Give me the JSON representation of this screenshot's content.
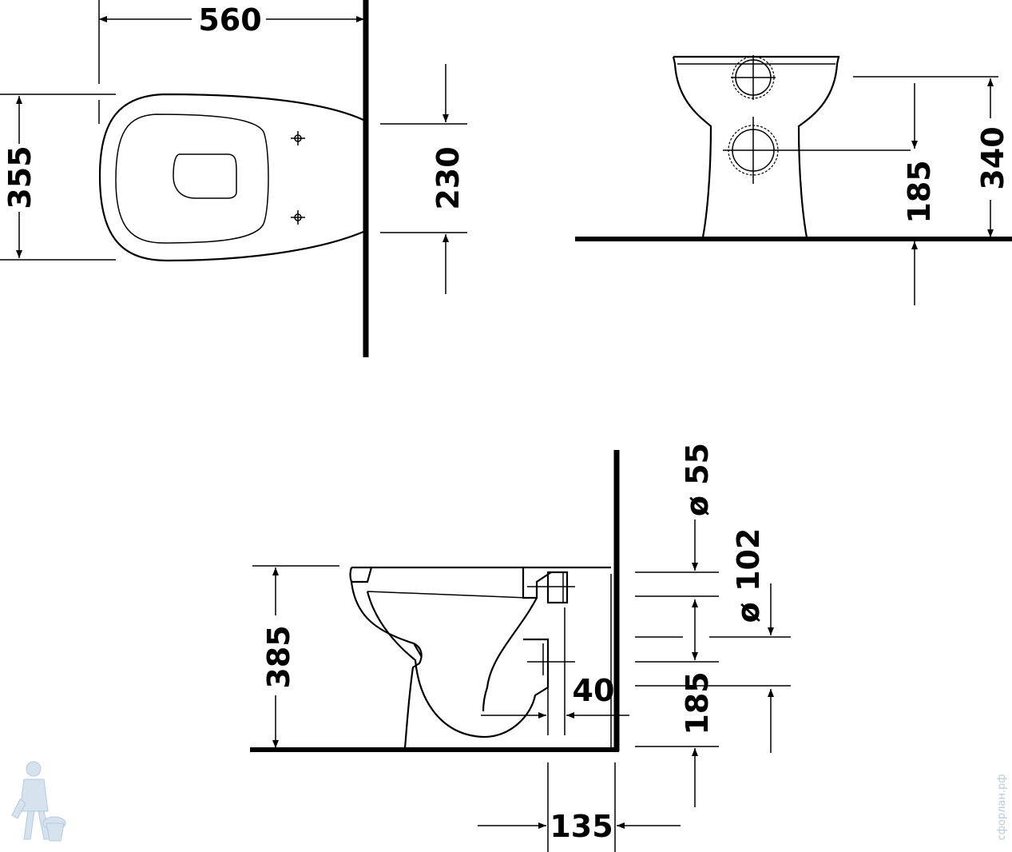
{
  "views": {
    "top": {
      "width": "560",
      "depth": "355",
      "fixing_spacing": "230"
    },
    "front": {
      "outlet_height": "185",
      "total_height": "340"
    },
    "side": {
      "height": "385",
      "inlet_diameter": "ø 55",
      "outlet_diameter": "ø 102",
      "offset": "40",
      "outlet_height": "185",
      "outlet_distance": "135"
    }
  },
  "watermark": "сфорлан.рф",
  "colors": {
    "line": "#000000",
    "watermark": "#b7c9dc"
  }
}
